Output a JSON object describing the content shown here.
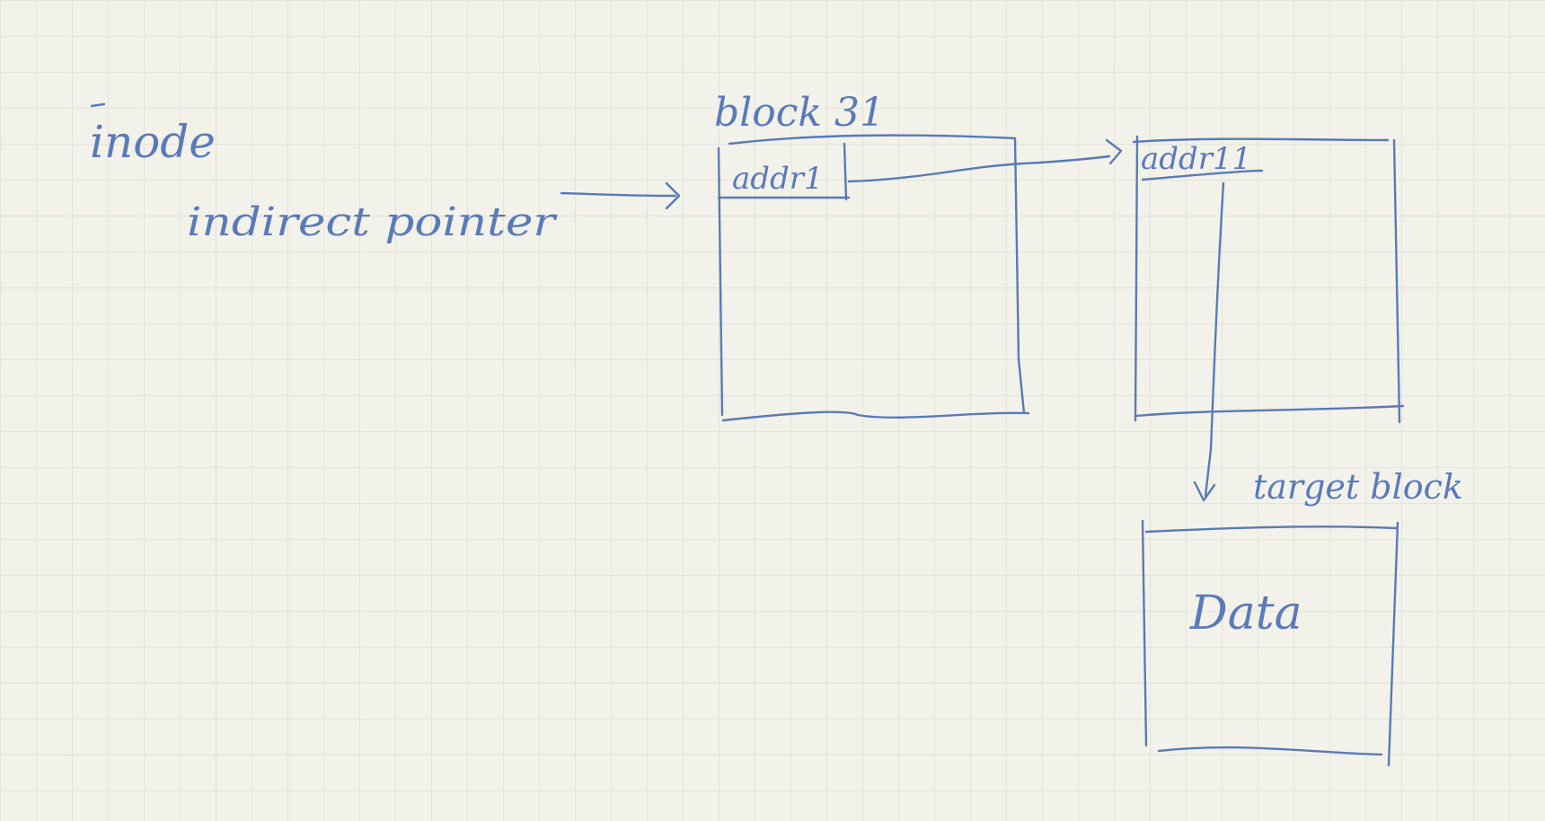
{
  "labels": {
    "inode": "inode",
    "indirect_pointer": "indirect pointer",
    "block_31": "block 31",
    "addr_in_block31": "addr1",
    "addr_in_indirect": "addr11",
    "target_block": "target block",
    "data": "Data"
  },
  "colors": {
    "ink": "#5a7ab8",
    "paper": "#f3f2ea",
    "grid": "#e2e3da"
  }
}
